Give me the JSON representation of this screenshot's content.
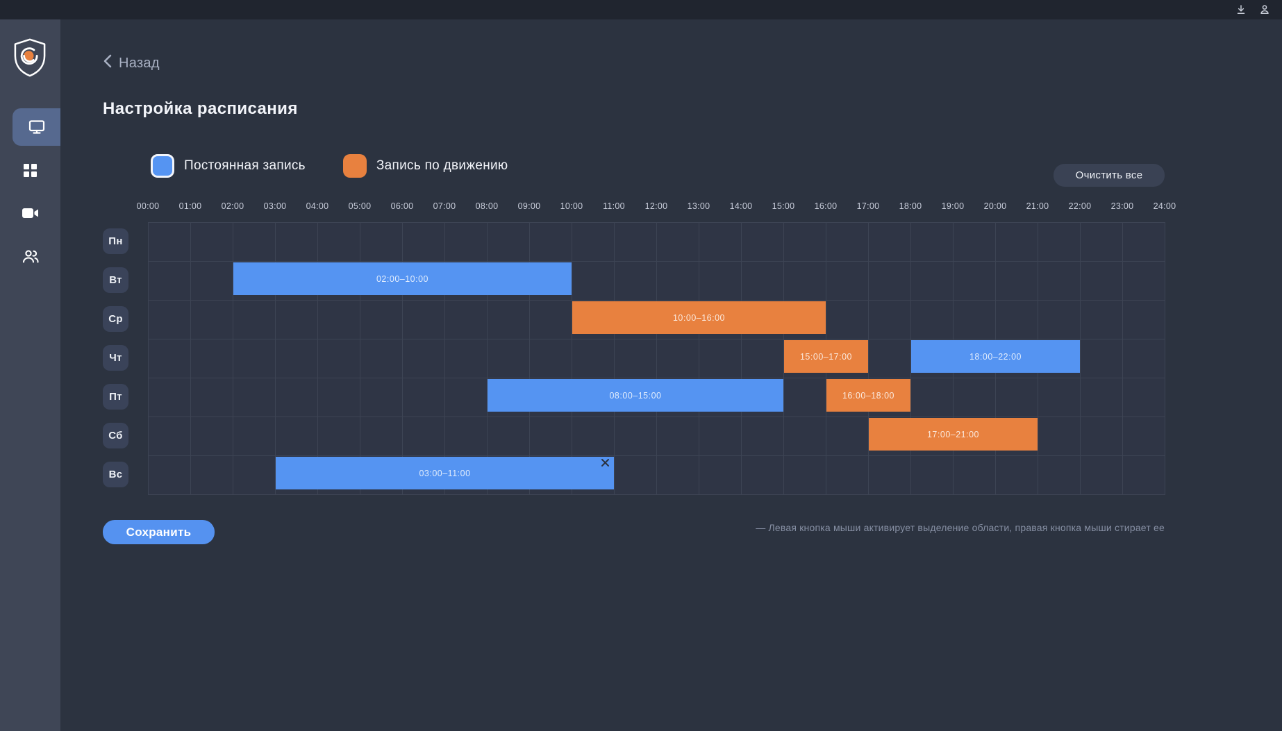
{
  "topbar": {
    "icons": [
      {
        "name": "download-icon"
      },
      {
        "name": "user-icon"
      }
    ]
  },
  "sidebar": {
    "logo": "shield-eye-logo",
    "items": [
      {
        "name": "monitors",
        "icon": "monitor-icon",
        "active": true
      },
      {
        "name": "dashboard",
        "icon": "grid-icon",
        "active": false
      },
      {
        "name": "cameras",
        "icon": "camera-icon",
        "active": false
      },
      {
        "name": "users",
        "icon": "people-icon",
        "active": false
      }
    ]
  },
  "header": {
    "back_label": "Назад",
    "title": "Настройка расписания"
  },
  "legend": [
    {
      "label": "Постоянная запись",
      "type": "constant",
      "color": "#5594f2",
      "selected": true
    },
    {
      "label": "Запись по движению",
      "type": "motion",
      "color": "#e8813f",
      "selected": false
    }
  ],
  "toolbar": {
    "clear_all_label": "Очистить все",
    "save_label": "Сохранить"
  },
  "colors": {
    "constant": "#5594f2",
    "motion": "#e8813f"
  },
  "schedule": {
    "hours": [
      "00:00",
      "01:00",
      "02:00",
      "03:00",
      "04:00",
      "05:00",
      "06:00",
      "07:00",
      "08:00",
      "09:00",
      "10:00",
      "11:00",
      "12:00",
      "13:00",
      "14:00",
      "15:00",
      "16:00",
      "17:00",
      "18:00",
      "19:00",
      "20:00",
      "21:00",
      "22:00",
      "23:00",
      "24:00"
    ],
    "days": [
      {
        "label": "Пн",
        "events": []
      },
      {
        "label": "Вт",
        "events": [
          {
            "start": 2,
            "end": 10,
            "type": "constant",
            "label": "02:00–10:00"
          }
        ]
      },
      {
        "label": "Ср",
        "events": [
          {
            "start": 10,
            "end": 16,
            "type": "motion",
            "label": "10:00–16:00"
          }
        ]
      },
      {
        "label": "Чт",
        "events": [
          {
            "start": 15,
            "end": 17,
            "type": "motion",
            "label": "15:00–17:00"
          },
          {
            "start": 18,
            "end": 22,
            "type": "constant",
            "label": "18:00–22:00"
          }
        ]
      },
      {
        "label": "Пт",
        "events": [
          {
            "start": 8,
            "end": 15,
            "type": "constant",
            "label": "08:00–15:00"
          },
          {
            "start": 16,
            "end": 18,
            "type": "motion",
            "label": "16:00–18:00"
          }
        ]
      },
      {
        "label": "Сб",
        "events": [
          {
            "start": 17,
            "end": 21,
            "type": "motion",
            "label": "17:00–21:00"
          }
        ]
      },
      {
        "label": "Вс",
        "events": [
          {
            "start": 3,
            "end": 11,
            "type": "constant",
            "label": "03:00–11:00",
            "close": true
          }
        ]
      }
    ]
  },
  "footer": {
    "hint": "— Левая кнопка мыши активирует выделение области, правая кнопка мыши стирает ее"
  }
}
